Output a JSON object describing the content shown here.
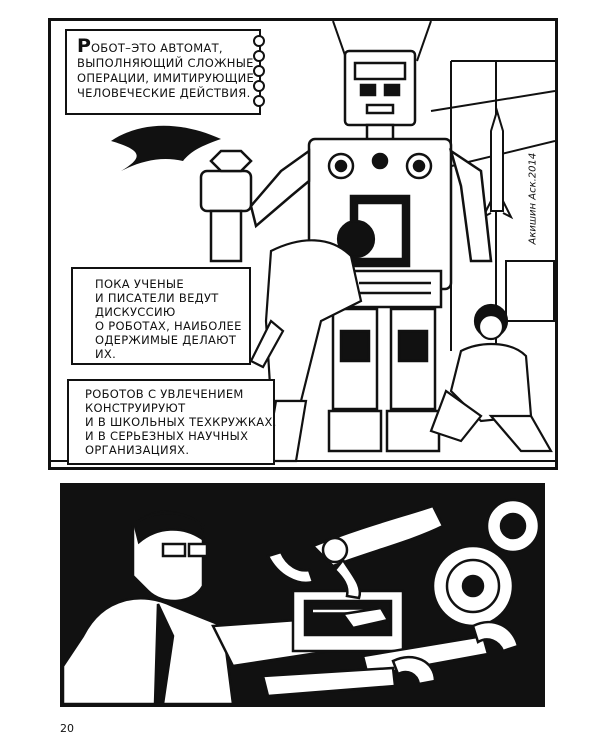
{
  "panels": {
    "top": {
      "caption_robot": {
        "first_letter": "Р",
        "lines": [
          "обот–это автомат,",
          "выполняющий сложные",
          "операции, имитирующие",
          "человеческие действия."
        ]
      },
      "caption_discuss": {
        "lines": [
          "Пока ученые",
          "и писатели ведут",
          "дискуссию",
          "о роботах, наиболее",
          "одержимые делают",
          "их."
        ]
      },
      "caption_build": {
        "lines": [
          "Роботов с увлечением",
          "конструируют",
          "и в школьных техкружках,",
          "и в серьезных научных",
          "организациях."
        ]
      },
      "signature": "Акишин Аск.2014"
    }
  },
  "page_number": "20",
  "colors": {
    "ink": "#111111",
    "paper": "#ffffff"
  }
}
